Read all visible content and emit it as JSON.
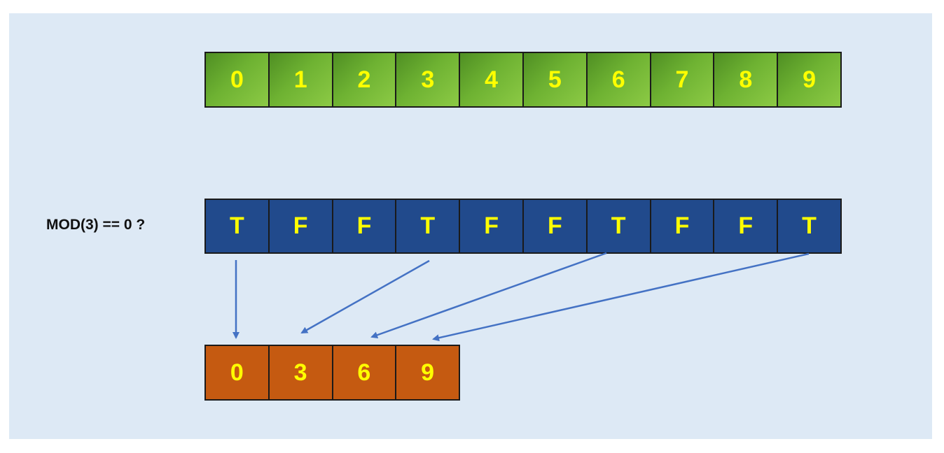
{
  "input_array": {
    "values": [
      "0",
      "1",
      "2",
      "3",
      "4",
      "5",
      "6",
      "7",
      "8",
      "9"
    ],
    "color": "#6eb232"
  },
  "mask_array": {
    "condition_label": "MOD(3) == 0 ?",
    "values": [
      "T",
      "F",
      "F",
      "T",
      "F",
      "F",
      "T",
      "F",
      "F",
      "T"
    ],
    "color": "#214a8c"
  },
  "output_array": {
    "values": [
      "0",
      "3",
      "6",
      "9"
    ],
    "color": "#c55a11"
  },
  "arrows": {
    "color": "#4472c4",
    "mappings": [
      {
        "from_mask_index": 0,
        "to_output_index": 0
      },
      {
        "from_mask_index": 3,
        "to_output_index": 1
      },
      {
        "from_mask_index": 6,
        "to_output_index": 2
      },
      {
        "from_mask_index": 9,
        "to_output_index": 3
      }
    ]
  },
  "colors": {
    "background": "#dde9f5",
    "cell_text": "#ffff00",
    "border": "#1a1a1a"
  }
}
